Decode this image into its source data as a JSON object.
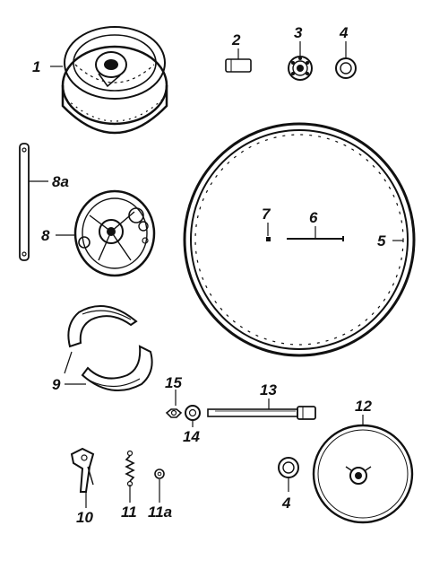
{
  "diagram": {
    "kind": "exploded-parts-drawing",
    "ink_color": "#111111",
    "background": "#ffffff",
    "callouts": [
      {
        "id": "c1",
        "label": "1"
      },
      {
        "id": "c2",
        "label": "2"
      },
      {
        "id": "c3",
        "label": "3"
      },
      {
        "id": "c4a",
        "label": "4"
      },
      {
        "id": "c4b",
        "label": "4"
      },
      {
        "id": "c5",
        "label": "5"
      },
      {
        "id": "c6",
        "label": "6"
      },
      {
        "id": "c7",
        "label": "7"
      },
      {
        "id": "c8",
        "label": "8"
      },
      {
        "id": "c8a",
        "label": "8a"
      },
      {
        "id": "c9",
        "label": "9"
      },
      {
        "id": "c10",
        "label": "10"
      },
      {
        "id": "c11",
        "label": "11"
      },
      {
        "id": "c11a",
        "label": "11a"
      },
      {
        "id": "c12",
        "label": "12"
      },
      {
        "id": "c13",
        "label": "13"
      },
      {
        "id": "c14",
        "label": "14"
      },
      {
        "id": "c15",
        "label": "15"
      }
    ]
  }
}
